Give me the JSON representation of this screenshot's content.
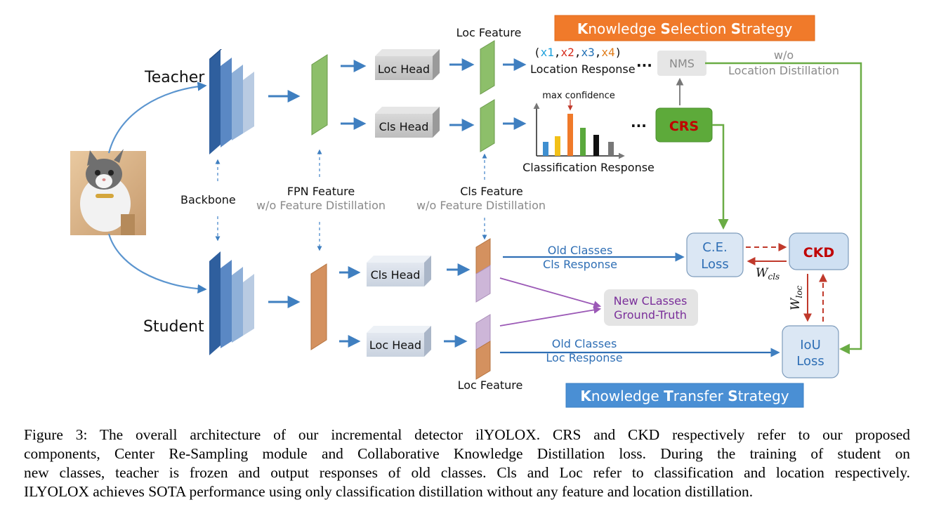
{
  "roles": {
    "teacher": "Teacher",
    "student": "Student"
  },
  "labels": {
    "backbone": "Backbone",
    "fpn_feature": "FPN  Feature",
    "fpn_wo": "w/o Feature Distillation",
    "cls_feature": "Cls Feature",
    "cls_feature_wo": "w/o Feature Distillation",
    "loc_feature_top": "Loc Feature",
    "loc_feature_bottom": "Loc Feature",
    "loc_head_t": "Loc Head",
    "cls_head_t": "Cls  Head",
    "cls_head_s": "Cls Head",
    "loc_head_s": "Loc Head",
    "coords": {
      "open": "(",
      "x1": "x1",
      "c1": ",",
      "x2": "x2",
      "c2": ",",
      "x3": "x3",
      "c3": ",",
      "x4": "x4",
      "close": ")"
    },
    "location_response": "Location Response",
    "max_confidence": "max confidence",
    "classification_response": "Classification Response",
    "nms": "NMS",
    "crs": "CRS",
    "ckd": "CKD",
    "ce_loss_1": "C.E.",
    "ce_loss_2": "Loss",
    "iou_loss_1": "IoU",
    "iou_loss_2": "Loss",
    "wo_1": "w/o",
    "wo_2": "Location Distillation",
    "old_classes_cls_1": "Old  Classes",
    "old_classes_cls_2": "Cls Response",
    "old_classes_loc_1": "Old  Classes",
    "old_classes_loc_2": "Loc Response",
    "new_classes_1": "New CLasses",
    "new_classes_2": "Ground-Truth",
    "w_cls_base": "W",
    "w_cls_sub": "cls",
    "w_loc_base": "W",
    "w_loc_sub": "loc",
    "dots_1": "···",
    "dots_2": "···"
  },
  "banners": {
    "selection": {
      "k": "K",
      "k_rest": "nowledge ",
      "s": "S",
      "s_rest": "election ",
      "s2": "S",
      "s2_rest": "trategy"
    },
    "transfer": {
      "k": "K",
      "k_rest": "nowledge ",
      "t": "T",
      "t_rest": "ransfer ",
      "s": "S",
      "s_rest": "trategy"
    }
  },
  "caption": {
    "line1": "Figure 3: The overall architecture of our incremental detector ilYOLOX. CRS and CKD respectively refer to our proposed",
    "line2": "components, Center Re-Sampling module and Collaborative Knowledge Distillation loss. During the training of student on",
    "line3": "new classes, teacher is frozen and output responses of old classes. Cls and Loc refer to classification and location respectively.",
    "line4": "ILYOLOX achieves SOTA performance using only classification distillation without any feature and location distillation."
  },
  "colors": {
    "arrow_blue": "#3f7fc0",
    "green": "#6aac45",
    "orange_banner": "#f07a2a",
    "blue_banner": "#4a8fd4",
    "crs_fill": "#5daa3a",
    "ckd_text": "#c00000",
    "student_feature": "#d4915f",
    "coord_x1": "#1aa0dc",
    "coord_x2": "#d62a1a",
    "coord_x3": "#1f6fb5",
    "coord_x4": "#e07a16"
  }
}
